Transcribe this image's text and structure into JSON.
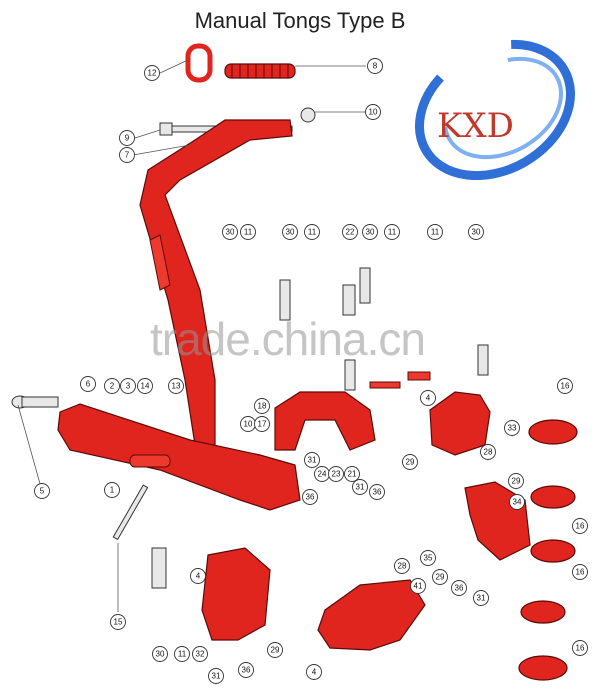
{
  "title": "Manual Tongs Type B",
  "logo_text": "KXD",
  "watermark": "trade.china.cn",
  "colors": {
    "part": "#e0251f",
    "outline": "#5a0b08",
    "logo_blue": "#2f6fd6",
    "logo_red": "#c0392b"
  },
  "callouts": [
    "12",
    "8",
    "10",
    "9",
    "7",
    "30",
    "11",
    "30",
    "11",
    "22",
    "30",
    "11",
    "11",
    "30",
    "6",
    "2",
    "3",
    "14",
    "13",
    "5",
    "1",
    "18",
    "10",
    "17",
    "4",
    "16",
    "33",
    "31",
    "24",
    "23",
    "21",
    "36",
    "31",
    "36",
    "28",
    "29",
    "29",
    "34",
    "16",
    "15",
    "4",
    "16",
    "35",
    "36",
    "31",
    "29",
    "28",
    "30",
    "11",
    "32",
    "31",
    "36",
    "29",
    "4",
    "41",
    "16"
  ]
}
